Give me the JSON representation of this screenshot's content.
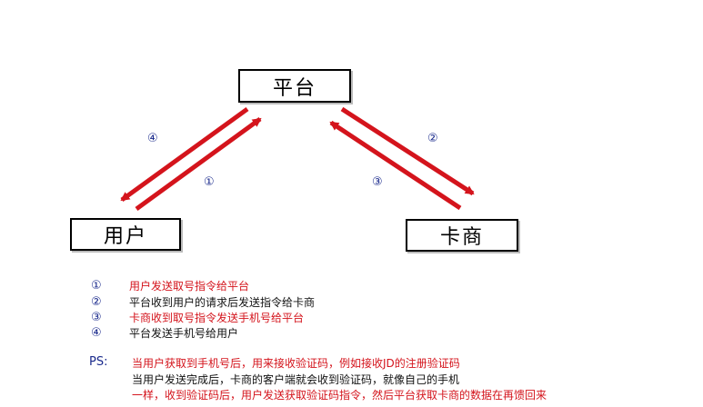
{
  "nodes": {
    "platform": "平台",
    "user": "用户",
    "merchant": "卡商"
  },
  "arrow_labels": {
    "step4": "④",
    "step1": "①",
    "step2": "②",
    "step3": "③"
  },
  "legend": [
    {
      "num": "①",
      "text": "用户发送取号指令给平台",
      "color": "#d4141c"
    },
    {
      "num": "②",
      "text": "平台收到用户的请求后发送指令给卡商",
      "color": "#111111"
    },
    {
      "num": "③",
      "text": "卡商收到取号指令发送手机号给平台",
      "color": "#d4141c"
    },
    {
      "num": "④",
      "text": "平台发送手机号给用户",
      "color": "#111111"
    }
  ],
  "ps": {
    "label": "PS:",
    "lines": [
      {
        "text": "当用户获取到手机号后，用来接收验证码，例如接收JD的注册验证码",
        "color": "#d4141c"
      },
      {
        "text": "当用户发送完成后，卡商的客户端就会收到验证码，就像自己的手机",
        "color": "#111111"
      },
      {
        "text": "一样，收到验证码后，用户发送获取验证码指令，然后平台获取卡商的数据在再馈回来",
        "color": "#d4141c"
      }
    ]
  },
  "colors": {
    "arrow": "#d4141c",
    "label_blue": "#1a2a8c"
  }
}
